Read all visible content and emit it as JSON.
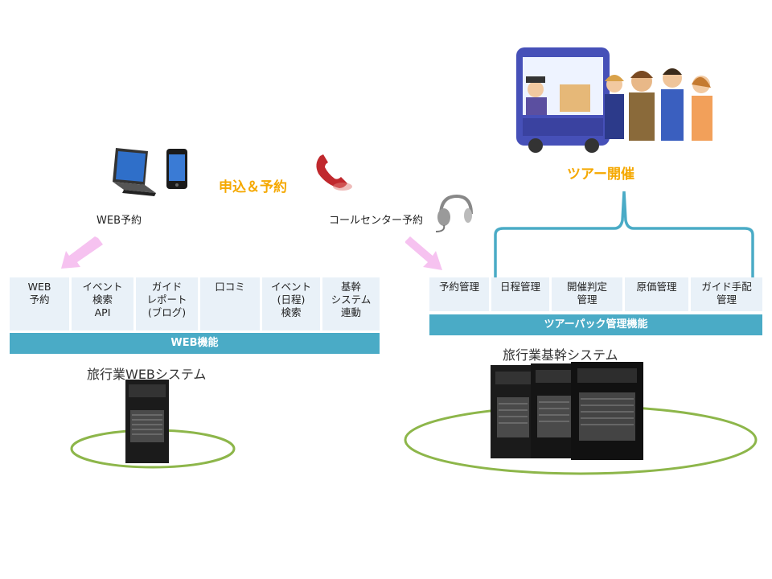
{
  "labels": {
    "web_booking": "WEB予約",
    "apply_booking": "申込＆予約",
    "callcenter_booking": "コールセンター予約",
    "tour_event": "ツアー開催"
  },
  "web_functions": {
    "cells": [
      "WEB\n予約",
      "イベント\n検索\nAPI",
      "ガイド\nレポート\n(ブログ)",
      "口コミ",
      "イベント\n(日程)\n検索",
      "基幹\nシステム\n連動"
    ],
    "bar_label": "WEB機能"
  },
  "core_functions": {
    "cells": [
      "予約管理",
      "日程管理",
      "開催判定\n管理",
      "原価管理",
      "ガイド手配\n管理"
    ],
    "bar_label": "ツアーパック管理機能"
  },
  "systems": {
    "web_system": "旅行業WEBシステム",
    "core_system": "旅行業基幹システム"
  },
  "colors": {
    "accent_orange": "#f5a800",
    "bar_teal": "#4aabc6",
    "cell_bg": "#e9f1f8",
    "arrow_pink": "#f6c2f0",
    "ring_green": "#8db64a",
    "bracket_blue": "#4aabc6"
  }
}
